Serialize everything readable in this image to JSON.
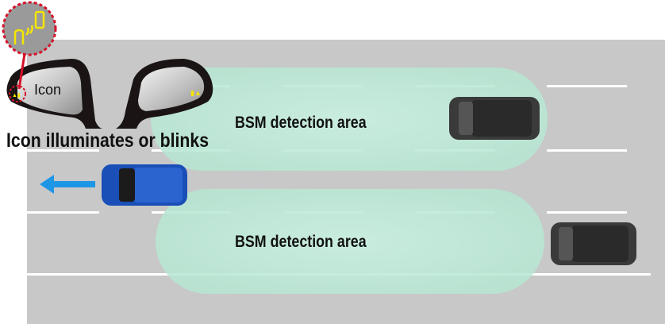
{
  "labels": {
    "detection_area_top": "BSM detection area",
    "detection_area_bottom": "BSM detection area",
    "icon": "Icon",
    "caption": "Icon illuminates or blinks"
  },
  "icons": [
    "bsm-indicator-icon",
    "direction-arrow-left-icon"
  ],
  "colors": {
    "road": "#c8c8c8",
    "detection_area": "#bfeadb",
    "indicator": "#f5e600",
    "highlight_ring": "#d4122a",
    "subject_car": "#1a4fb8",
    "other_cars": "#3a3a3a",
    "arrow": "#1e96e6"
  }
}
